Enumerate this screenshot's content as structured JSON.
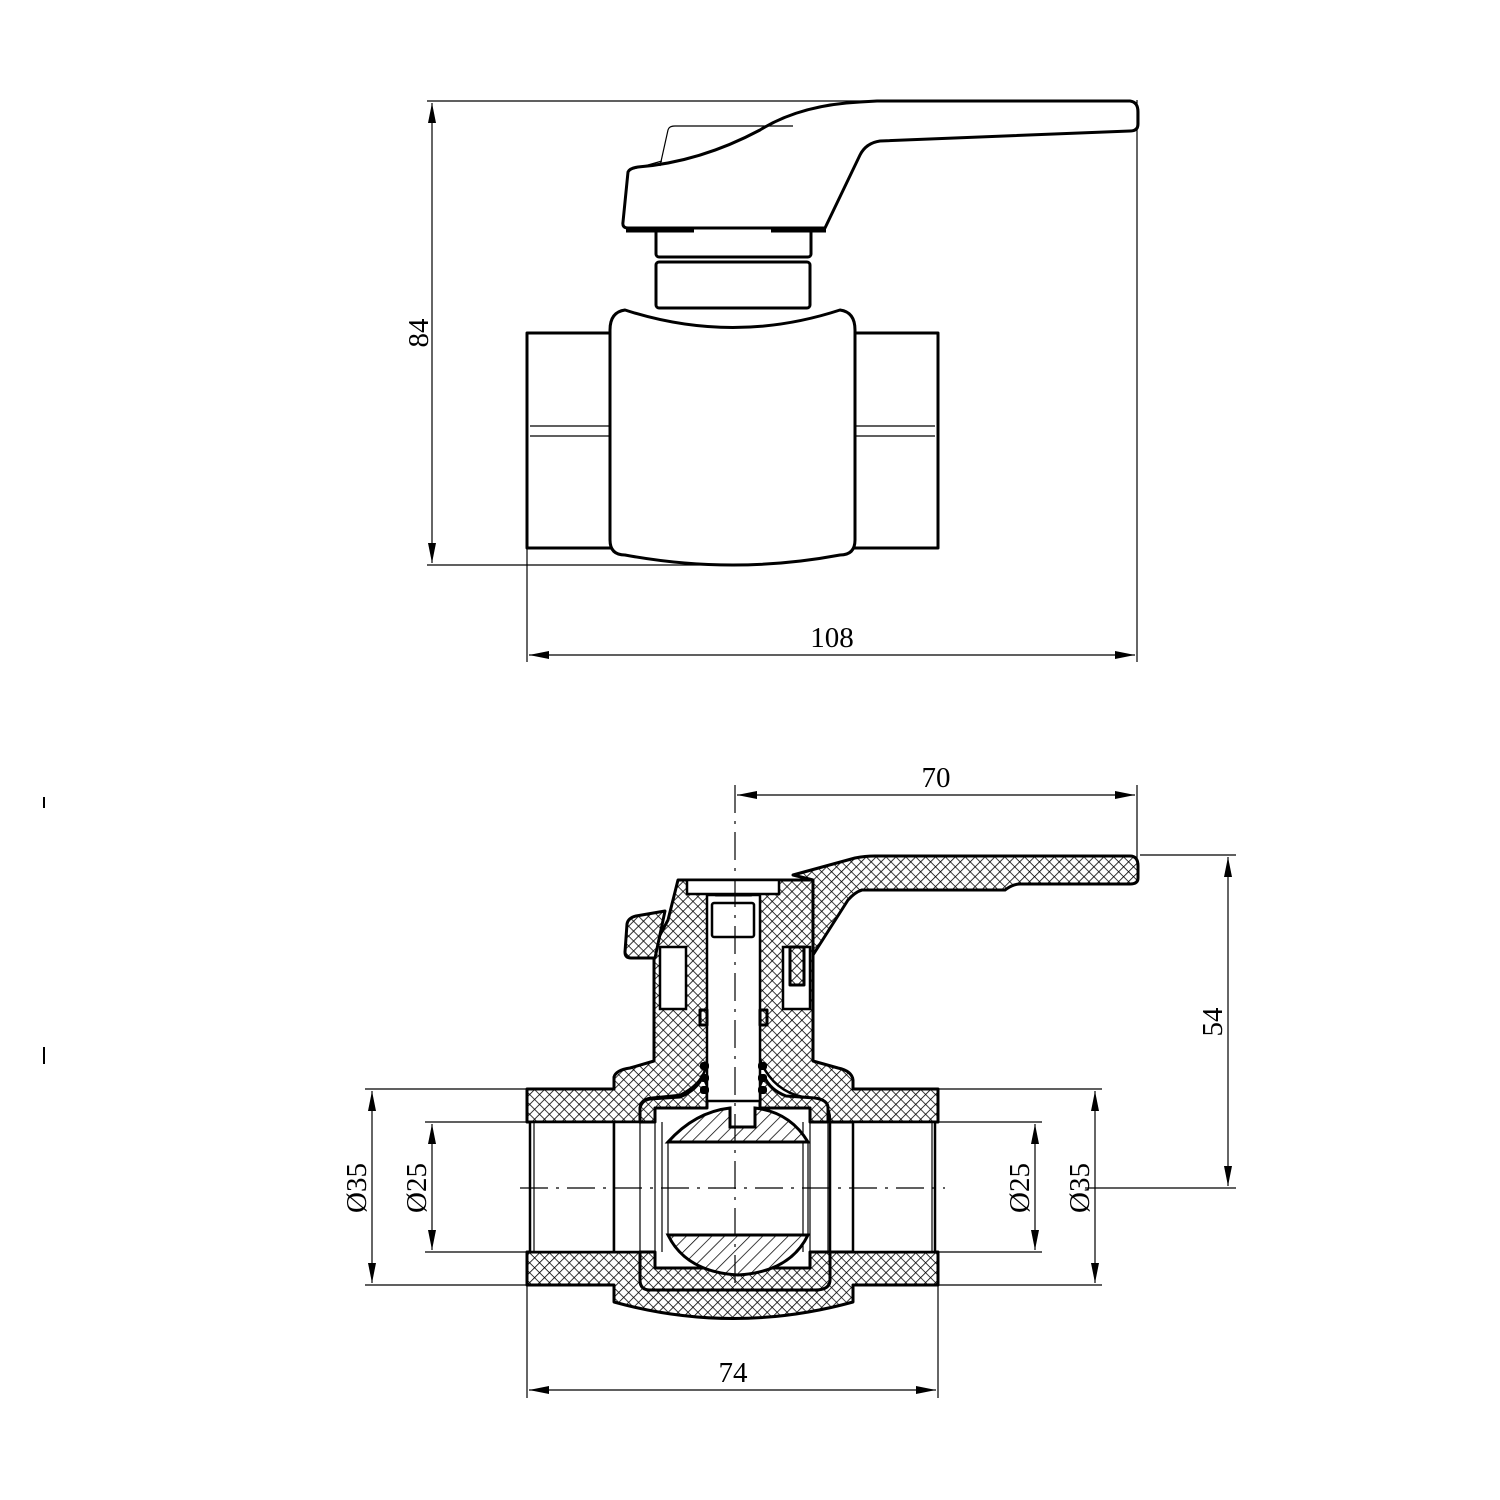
{
  "drawing": {
    "title": "Ball valve technical drawing",
    "top_view": {
      "dimensions": {
        "height": "84",
        "length": "108"
      }
    },
    "section_view": {
      "dimensions": {
        "handle_reach": "70",
        "handle_height": "54",
        "outer_diameter_left": "Ø35",
        "inner_diameter_left": "Ø25",
        "inner_diameter_right": "Ø25",
        "outer_diameter_right": "Ø35",
        "body_length": "74"
      }
    }
  }
}
